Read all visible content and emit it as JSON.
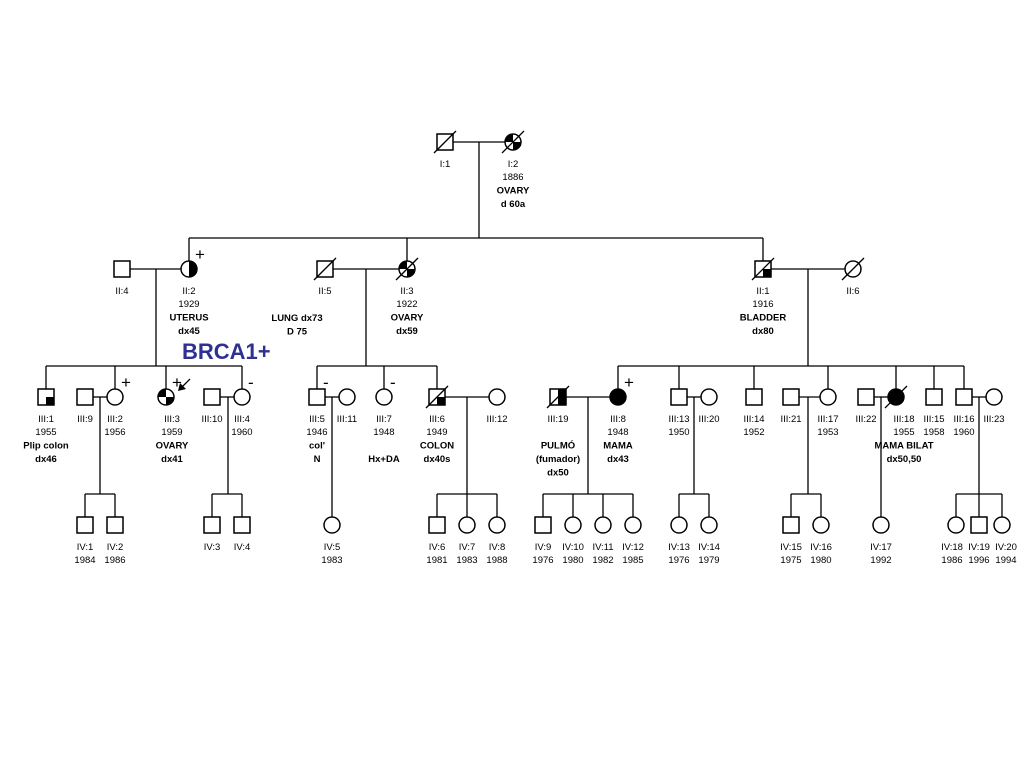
{
  "annotation": {
    "text": "BRCA1+"
  },
  "individuals": [
    {
      "id": "I:1",
      "sex": "m",
      "dec": true,
      "fill": "none",
      "lines": []
    },
    {
      "id": "I:2",
      "sex": "f",
      "dec": true,
      "fill": "q2q4",
      "lines": [
        "1886",
        "OVARY",
        "d 60a"
      ],
      "bold": [
        1,
        2
      ]
    },
    {
      "id": "II:4",
      "sex": "m",
      "dec": false,
      "fill": "none",
      "lines": []
    },
    {
      "id": "II:2",
      "sex": "f",
      "dec": false,
      "fill": "right",
      "lines": [
        "1929",
        "UTERUS",
        "dx45"
      ],
      "bold": [
        1,
        2
      ],
      "marker": "+"
    },
    {
      "id": "II:5",
      "sex": "m",
      "dec": true,
      "fill": "none",
      "lines": [],
      "left": [
        "LUNG dx73",
        "D 75"
      ]
    },
    {
      "id": "II:3",
      "sex": "f",
      "dec": true,
      "fill": "q2q4",
      "lines": [
        "1922",
        "OVARY",
        "dx59"
      ],
      "bold": [
        1,
        2
      ]
    },
    {
      "id": "II:1",
      "sex": "m",
      "dec": true,
      "fill": "q4",
      "lines": [
        "1916",
        "BLADDER",
        "dx80"
      ],
      "bold": [
        1,
        2
      ]
    },
    {
      "id": "II:6",
      "sex": "f",
      "dec": true,
      "fill": "none",
      "lines": []
    },
    {
      "id": "III:1",
      "sex": "m",
      "dec": false,
      "fill": "q4",
      "lines": [
        "1955",
        "Plip colon",
        "dx46"
      ],
      "bold": [
        1,
        2
      ]
    },
    {
      "id": "III:9",
      "sex": "m",
      "dec": false,
      "fill": "none",
      "lines": []
    },
    {
      "id": "III:2",
      "sex": "f",
      "dec": false,
      "fill": "none",
      "lines": [
        "1956"
      ],
      "marker": "+"
    },
    {
      "id": "III:3",
      "sex": "f",
      "dec": false,
      "fill": "q2q4",
      "lines": [
        "1959",
        "OVARY",
        "dx41"
      ],
      "bold": [
        1,
        2
      ],
      "marker": "+",
      "proband": true
    },
    {
      "id": "III:10",
      "sex": "m",
      "dec": false,
      "fill": "none",
      "lines": []
    },
    {
      "id": "III:4",
      "sex": "f",
      "dec": false,
      "fill": "none",
      "lines": [
        "1960"
      ],
      "marker": "-"
    },
    {
      "id": "III:5",
      "sex": "m",
      "dec": false,
      "fill": "none",
      "lines": [
        "1946",
        "col'",
        "N"
      ],
      "bold": [
        1,
        2
      ],
      "marker": "-"
    },
    {
      "id": "III:11",
      "sex": "f",
      "dec": false,
      "fill": "none",
      "lines": []
    },
    {
      "id": "III:7",
      "sex": "f",
      "dec": false,
      "fill": "none",
      "lines": [
        "1948",
        "",
        "Hx+DA"
      ],
      "bold": [
        2
      ],
      "marker": "-"
    },
    {
      "id": "III:6",
      "sex": "m",
      "dec": true,
      "fill": "q4",
      "lines": [
        "1949",
        "COLON",
        "dx40s"
      ],
      "bold": [
        1,
        2
      ]
    },
    {
      "id": "III:12",
      "sex": "f",
      "dec": false,
      "fill": "none",
      "lines": []
    },
    {
      "id": "III:19",
      "sex": "m",
      "dec": true,
      "fill": "right",
      "lines": [
        "",
        "PULMÓ",
        "(fumador)",
        "dx50"
      ],
      "bold": [
        1,
        2,
        3
      ]
    },
    {
      "id": "III:8",
      "sex": "f",
      "dec": false,
      "fill": "full",
      "lines": [
        "1948",
        "MAMA",
        "dx43"
      ],
      "bold": [
        1,
        2
      ],
      "marker": "+"
    },
    {
      "id": "III:13",
      "sex": "m",
      "dec": false,
      "fill": "none",
      "lines": [
        "1950"
      ]
    },
    {
      "id": "III:20",
      "sex": "f",
      "dec": false,
      "fill": "none",
      "lines": []
    },
    {
      "id": "III:14",
      "sex": "m",
      "dec": false,
      "fill": "none",
      "lines": [
        "1952"
      ]
    },
    {
      "id": "III:21",
      "sex": "m",
      "dec": false,
      "fill": "none",
      "lines": []
    },
    {
      "id": "III:17",
      "sex": "f",
      "dec": false,
      "fill": "none",
      "lines": [
        "1953"
      ]
    },
    {
      "id": "III:22",
      "sex": "m",
      "dec": false,
      "fill": "none",
      "lines": []
    },
    {
      "id": "III:18",
      "sex": "f",
      "dec": true,
      "fill": "full",
      "lines": [
        "1955",
        "MAMA BILAT",
        "dx50,50"
      ],
      "bold": [
        1,
        2
      ]
    },
    {
      "id": "III:15",
      "sex": "m",
      "dec": false,
      "fill": "none",
      "lines": [
        "1958"
      ]
    },
    {
      "id": "III:16",
      "sex": "m",
      "dec": false,
      "fill": "none",
      "lines": [
        "1960"
      ]
    },
    {
      "id": "III:23",
      "sex": "f",
      "dec": false,
      "fill": "none",
      "lines": []
    },
    {
      "id": "IV:1",
      "sex": "m",
      "dec": false,
      "fill": "none",
      "lines": [
        "1984"
      ]
    },
    {
      "id": "IV:2",
      "sex": "m",
      "dec": false,
      "fill": "none",
      "lines": [
        "1986"
      ]
    },
    {
      "id": "IV:3",
      "sex": "m",
      "dec": false,
      "fill": "none",
      "lines": []
    },
    {
      "id": "IV:4",
      "sex": "m",
      "dec": false,
      "fill": "none",
      "lines": []
    },
    {
      "id": "IV:5",
      "sex": "f",
      "dec": false,
      "fill": "none",
      "lines": [
        "1983"
      ]
    },
    {
      "id": "IV:6",
      "sex": "m",
      "dec": false,
      "fill": "none",
      "lines": [
        "1981"
      ]
    },
    {
      "id": "IV:7",
      "sex": "f",
      "dec": false,
      "fill": "none",
      "lines": [
        "1983"
      ]
    },
    {
      "id": "IV:8",
      "sex": "f",
      "dec": false,
      "fill": "none",
      "lines": [
        "1988"
      ]
    },
    {
      "id": "IV:9",
      "sex": "m",
      "dec": false,
      "fill": "none",
      "lines": [
        "1976"
      ]
    },
    {
      "id": "IV:10",
      "sex": "f",
      "dec": false,
      "fill": "none",
      "lines": [
        "1980"
      ]
    },
    {
      "id": "IV:11",
      "sex": "f",
      "dec": false,
      "fill": "none",
      "lines": [
        "1982"
      ]
    },
    {
      "id": "IV:12",
      "sex": "f",
      "dec": false,
      "fill": "none",
      "lines": [
        "1985"
      ]
    },
    {
      "id": "IV:13",
      "sex": "f",
      "dec": false,
      "fill": "none",
      "lines": [
        "1976"
      ]
    },
    {
      "id": "IV:14",
      "sex": "f",
      "dec": false,
      "fill": "none",
      "lines": [
        "1979"
      ]
    },
    {
      "id": "IV:15",
      "sex": "m",
      "dec": false,
      "fill": "none",
      "lines": [
        "1975"
      ]
    },
    {
      "id": "IV:16",
      "sex": "f",
      "dec": false,
      "fill": "none",
      "lines": [
        "1980"
      ]
    },
    {
      "id": "IV:17",
      "sex": "f",
      "dec": false,
      "fill": "none",
      "lines": [
        "1992"
      ]
    },
    {
      "id": "IV:18",
      "sex": "f",
      "dec": false,
      "fill": "none",
      "lines": [
        "1986"
      ]
    },
    {
      "id": "IV:19",
      "sex": "m",
      "dec": false,
      "fill": "none",
      "lines": [
        "1996"
      ]
    },
    {
      "id": "IV:20",
      "sex": "f",
      "dec": false,
      "fill": "none",
      "lines": [
        "1994"
      ]
    }
  ]
}
